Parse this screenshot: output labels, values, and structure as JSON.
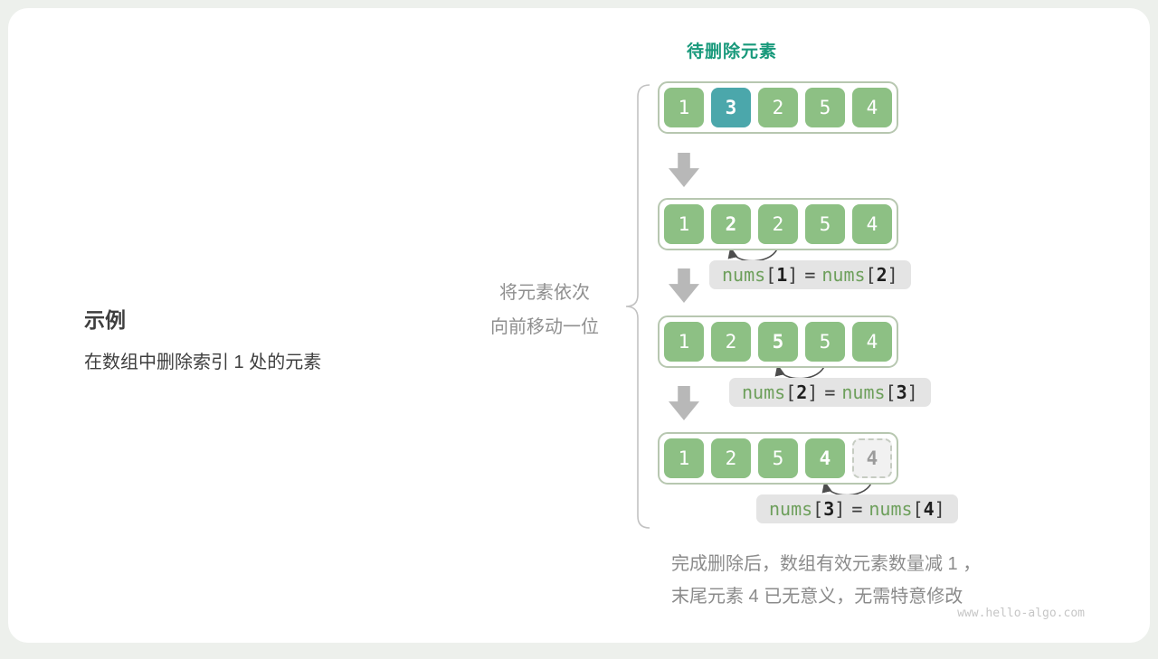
{
  "title": "待删除元素",
  "example": {
    "heading": "示例",
    "description": "在数组中删除索引 1 处的元素"
  },
  "shift_note": {
    "line1": "将元素依次",
    "line2": "向前移动一位"
  },
  "footer": {
    "line1": "完成删除后，数组有效元素数量减 1 ，",
    "line2": "末尾元素 4 已无意义，无需特意修改"
  },
  "watermark": "www.hello-algo.com",
  "arrays": [
    {
      "name": "initial-array",
      "highlight_index": 1,
      "cells": [
        {
          "value": "1"
        },
        {
          "value": "3"
        },
        {
          "value": "2"
        },
        {
          "value": "5"
        },
        {
          "value": "4"
        }
      ]
    },
    {
      "name": "after-first-shift",
      "bold_index": 1,
      "cells": [
        {
          "value": "1"
        },
        {
          "value": "2"
        },
        {
          "value": "2"
        },
        {
          "value": "5"
        },
        {
          "value": "4"
        }
      ]
    },
    {
      "name": "after-second-shift",
      "bold_index": 2,
      "cells": [
        {
          "value": "1"
        },
        {
          "value": "2"
        },
        {
          "value": "5"
        },
        {
          "value": "5"
        },
        {
          "value": "4"
        }
      ]
    },
    {
      "name": "after-third-shift",
      "bold_index": 3,
      "ghost_index": 4,
      "cells": [
        {
          "value": "1"
        },
        {
          "value": "2"
        },
        {
          "value": "5"
        },
        {
          "value": "4"
        },
        {
          "value": "4"
        }
      ]
    }
  ],
  "syntax": {
    "open": "[",
    "close": "]",
    "eq": "="
  },
  "operations": [
    {
      "fn1": "nums",
      "idx1": "1",
      "fn2": "nums",
      "idx2": "2"
    },
    {
      "fn1": "nums",
      "idx1": "2",
      "fn2": "nums",
      "idx2": "3"
    },
    {
      "fn1": "nums",
      "idx1": "3",
      "fn2": "nums",
      "idx2": "4"
    }
  ],
  "colors": {
    "cell_green": "#8dc084",
    "cell_highlight_teal": "#4ba7ab",
    "title_teal": "#18997b",
    "label_background": "#e4e4e4",
    "arrow_gray": "#b8b8b8"
  }
}
